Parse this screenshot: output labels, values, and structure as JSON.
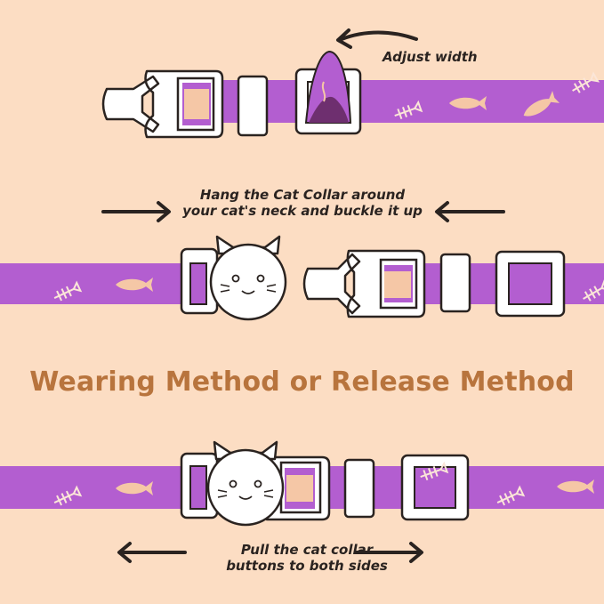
{
  "texts": {
    "adjust": "Adjust width",
    "hang_line1": "Hang the Cat Collar around",
    "hang_line2": "your cat's neck and buckle it up",
    "title": "Wearing Method or Release Method",
    "pull_line1": "Pull the cat collar",
    "pull_line2": "buttons to both sides"
  },
  "colors": {
    "background": "#FCDDC3",
    "strap": "#B35ED0",
    "fish": "#F5C7A6",
    "title": "#B8743D",
    "text": "#2A2320"
  },
  "icons": [
    "arrow-icon",
    "cat-face-icon",
    "fish-icon",
    "fish-bone-icon",
    "buckle-icon",
    "slider-icon",
    "loop-icon"
  ]
}
